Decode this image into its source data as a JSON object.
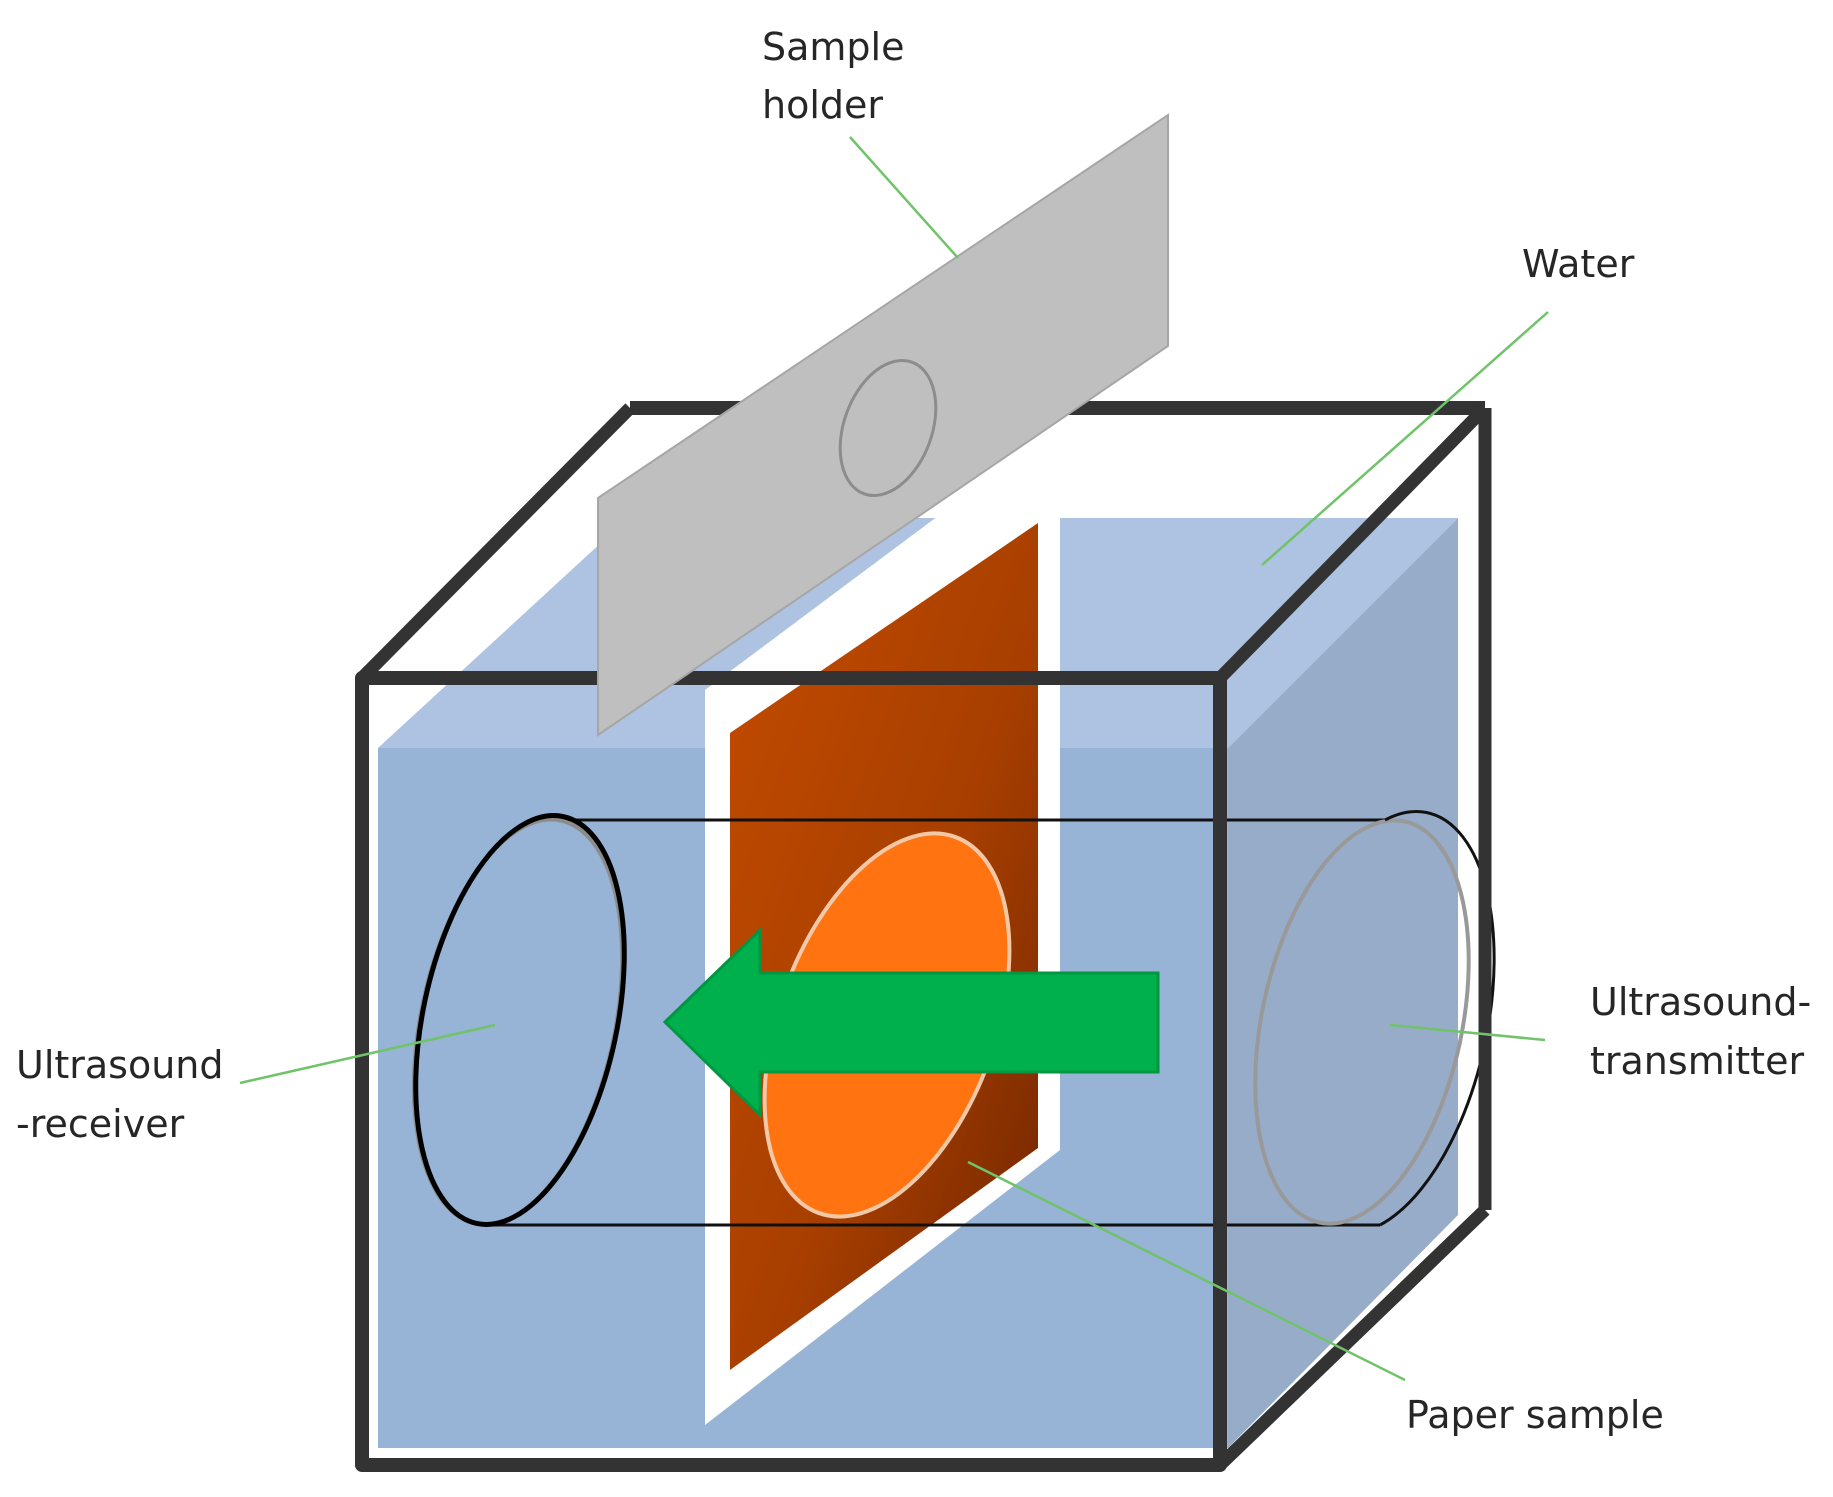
{
  "labels": {
    "sample_holder_line1": "Sample",
    "sample_holder_line2": "holder",
    "water": "Water",
    "receiver_line1": "Ultrasound",
    "receiver_line2": "-receiver",
    "transmitter_line1": "Ultrasound-",
    "transmitter_line2": "transmitter",
    "paper_sample": "Paper sample"
  },
  "colors": {
    "water_front": "#97b3d5",
    "water_top": "#adc3e1",
    "water_side": "#96acc9",
    "tank_frame": "#333333",
    "sample_holder": "#bfbfbf",
    "paper": "#b84600",
    "paper_dark": "#7a2a00",
    "paper_spot": "#ff7310",
    "wave_arrow": "#00b04c",
    "leader_line": "#71c36a"
  }
}
